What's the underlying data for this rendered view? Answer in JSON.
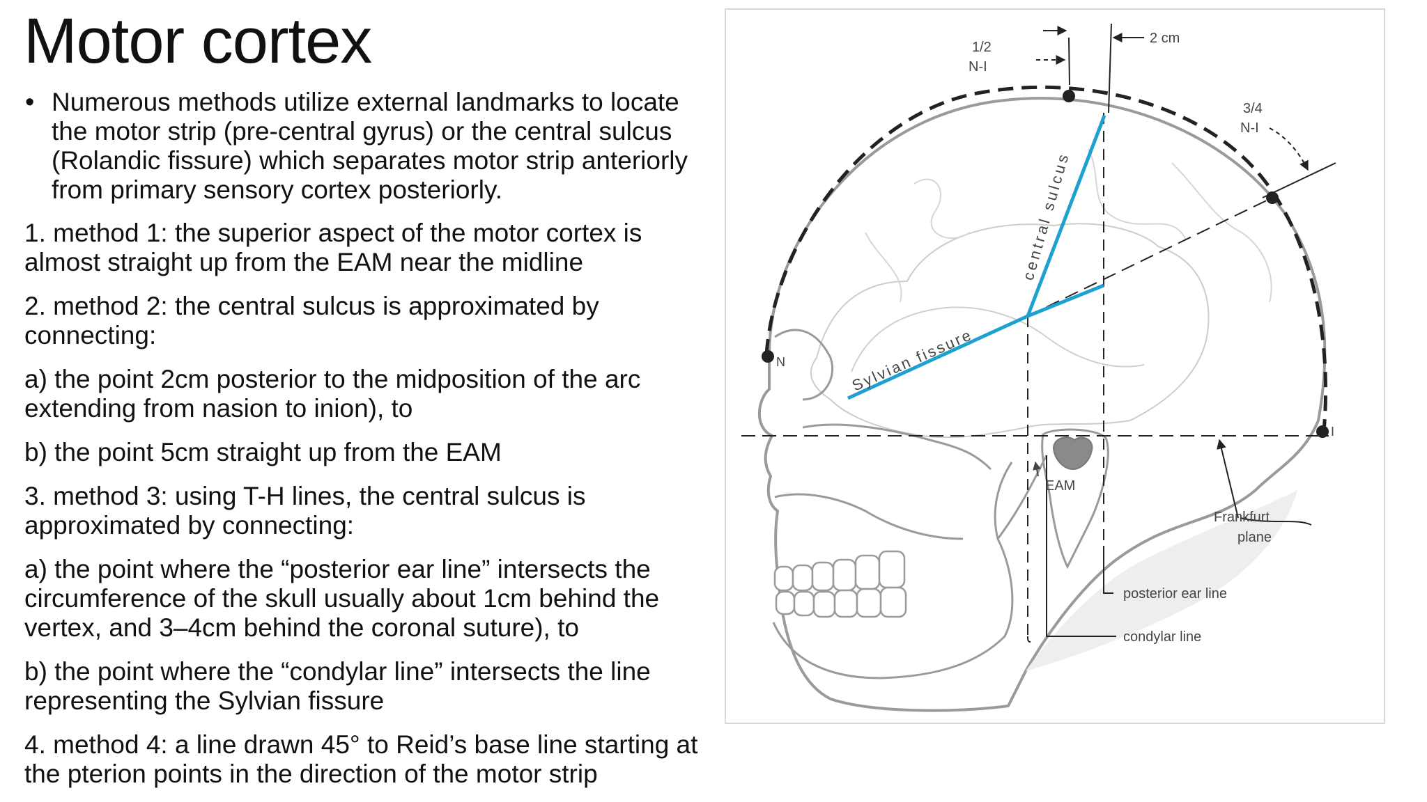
{
  "slide": {
    "title": "Motor cortex",
    "bullet": "Numerous methods utilize external landmarks to locate the motor strip (pre-central gyrus) or the central sulcus (Rolandic fissure) which separates motor strip anteriorly from primary sensory cortex posteriorly.",
    "paragraphs": [
      "1. method 1: the superior aspect of the motor cortex is almost straight up from the EAM near the midline",
      "2. method 2: the central sulcus is approximated by connecting:",
      "a) the point 2cm posterior to the midposition of the arc extending from nasion to inion), to",
      "b) the point 5cm straight up from the EAM",
      "3. method 3: using T-H lines, the central sulcus is approximated by connecting:",
      "a) the point where the “posterior ear line” intersects the circumference of the skull usually about 1cm behind the vertex, and 3–4cm behind the coronal suture), to",
      "b) the point where the “condylar line” intersects the line representing the Sylvian fissure",
      "4. method 4: a line drawn 45° to Reid’s base line starting at the pterion points in the direction of the motor strip"
    ]
  },
  "figure": {
    "labels": {
      "half_num": "1/2",
      "half_den": "N-I",
      "two_cm": "2 cm",
      "three_quarter_num": "3/4",
      "three_quarter_den": "N-I",
      "central_sulcus": "central sulcus",
      "sylvian_fissure": "Sylvian fissure",
      "nasion": "N",
      "inion": "I",
      "eam": "EAM",
      "frankfurt_1": "Frankfurt",
      "frankfurt_2": "plane",
      "posterior_ear_line": "posterior ear line",
      "condylar_line": "condylar line"
    },
    "colors": {
      "sulcus_line": "#1ea0d0",
      "skull_outline": "#9a9a9a",
      "brain_lines": "#cccccc",
      "dashed_lines": "#222222"
    }
  }
}
